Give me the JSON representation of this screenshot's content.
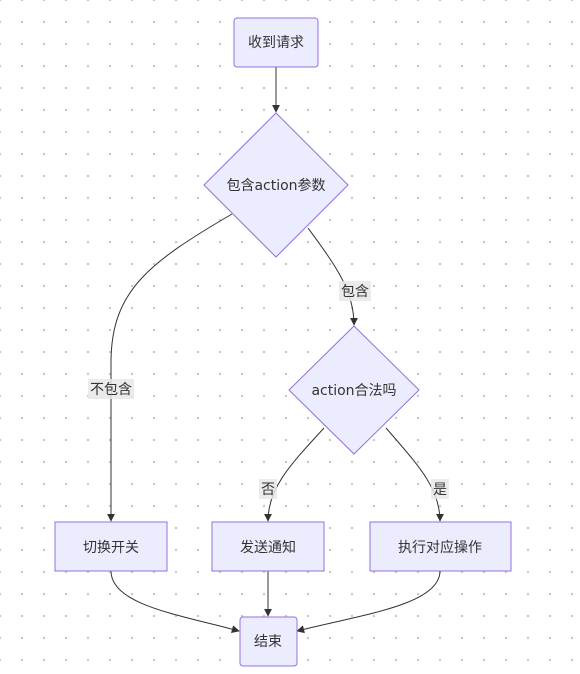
{
  "diagram": {
    "type": "flowchart",
    "colors": {
      "node_fill": "#ECECFF",
      "node_stroke": "#9370DB",
      "edge": "#333333",
      "text": "#333333",
      "label_bg": "#e8e8e8"
    },
    "nodes": {
      "receive": "收到请求",
      "has_action": "包含action参数",
      "action_valid": "action合法吗",
      "toggle": "切换开关",
      "notify": "发送通知",
      "execute": "执行对应操作",
      "end": "结束"
    },
    "edge_labels": {
      "contains": "包含",
      "not_contains": "不包含",
      "no": "否",
      "yes": "是"
    }
  }
}
